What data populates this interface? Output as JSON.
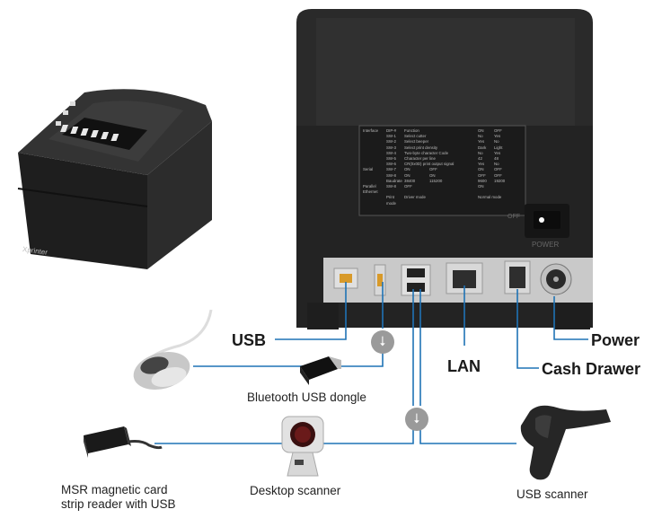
{
  "labels": {
    "usb": "USB",
    "lan": "LAN",
    "power": "Power",
    "cash_drawer": "Cash Drawer",
    "bluetooth_dongle": "Bluetooth USB dongle",
    "desktop_scanner": "Desktop scanner",
    "usb_scanner": "USB scanner",
    "msr_line1": "MSR magnetic card",
    "msr_line2": "strip reader with USB",
    "printer_brand": "Xprinter",
    "switch_off": "OFF",
    "switch_power": "POWER"
  },
  "spec_table": {
    "header": [
      "Interface",
      "DIP-#",
      "Function",
      "ON",
      "OFF"
    ],
    "rows": [
      [
        "",
        "SW-1",
        "Select cutter",
        "No",
        "Yes"
      ],
      [
        "",
        "SW-2",
        "Select beeper",
        "Yes",
        "No"
      ],
      [
        "",
        "SW-3",
        "Select print density",
        "Dark",
        "Light"
      ],
      [
        "",
        "SW-4",
        "Two-byte character Code",
        "No",
        "Yes"
      ],
      [
        "",
        "SW-5",
        "Character per line",
        "42",
        "48"
      ],
      [
        "",
        "SW-6",
        "CR(0x0D) print output signal",
        "Yes",
        "No"
      ],
      [
        "Serial",
        "SW-7",
        "ON",
        "OFF",
        "ON",
        "OFF"
      ],
      [
        "",
        "SW-8",
        "ON",
        "ON",
        "OFF",
        "OFF"
      ],
      [
        "",
        "Baudrate",
        "38400",
        "115200",
        "9600",
        "19200"
      ],
      [
        "Parallel Ethernet",
        "SW-8",
        "OFF",
        "ON"
      ],
      [
        "",
        "Print mode",
        "Driver mode",
        "Normal mode"
      ]
    ]
  },
  "icons": {
    "usb_hub": "usb-symbol-icon"
  },
  "colors": {
    "line": "#1f73b5",
    "hub": "#9a9a9a",
    "printer": "#262626"
  }
}
